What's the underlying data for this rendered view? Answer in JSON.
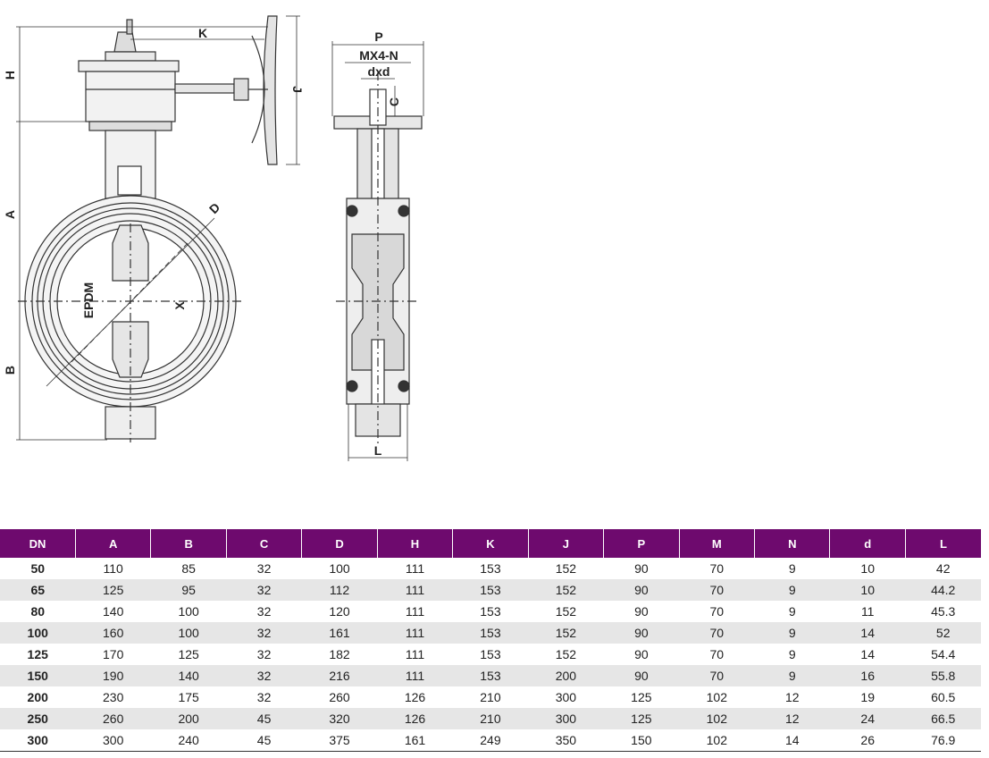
{
  "drawing": {
    "dim_K": "K",
    "dim_H": "H",
    "dim_J": "J",
    "dim_A": "A",
    "dim_B": "B",
    "dim_D": "D",
    "dim_X": "X",
    "material": "EPDM",
    "dim_P": "P",
    "dim_MX4N": "MX4-N",
    "dim_dxd": "dxd",
    "dim_C": "C",
    "dim_L": "L"
  },
  "table": {
    "headers": [
      "DN",
      "A",
      "B",
      "C",
      "D",
      "H",
      "K",
      "J",
      "P",
      "M",
      "N",
      "d",
      "L"
    ],
    "rows": [
      [
        "50",
        "110",
        "85",
        "32",
        "100",
        "111",
        "153",
        "152",
        "90",
        "70",
        "9",
        "10",
        "42"
      ],
      [
        "65",
        "125",
        "95",
        "32",
        "112",
        "111",
        "153",
        "152",
        "90",
        "70",
        "9",
        "10",
        "44.2"
      ],
      [
        "80",
        "140",
        "100",
        "32",
        "120",
        "111",
        "153",
        "152",
        "90",
        "70",
        "9",
        "11",
        "45.3"
      ],
      [
        "100",
        "160",
        "100",
        "32",
        "161",
        "111",
        "153",
        "152",
        "90",
        "70",
        "9",
        "14",
        "52"
      ],
      [
        "125",
        "170",
        "125",
        "32",
        "182",
        "111",
        "153",
        "152",
        "90",
        "70",
        "9",
        "14",
        "54.4"
      ],
      [
        "150",
        "190",
        "140",
        "32",
        "216",
        "111",
        "153",
        "200",
        "90",
        "70",
        "9",
        "16",
        "55.8"
      ],
      [
        "200",
        "230",
        "175",
        "32",
        "260",
        "126",
        "210",
        "300",
        "125",
        "102",
        "12",
        "19",
        "60.5"
      ],
      [
        "250",
        "260",
        "200",
        "45",
        "320",
        "126",
        "210",
        "300",
        "125",
        "102",
        "12",
        "24",
        "66.5"
      ],
      [
        "300",
        "300",
        "240",
        "45",
        "375",
        "161",
        "249",
        "350",
        "150",
        "102",
        "14",
        "26",
        "76.9"
      ]
    ]
  }
}
